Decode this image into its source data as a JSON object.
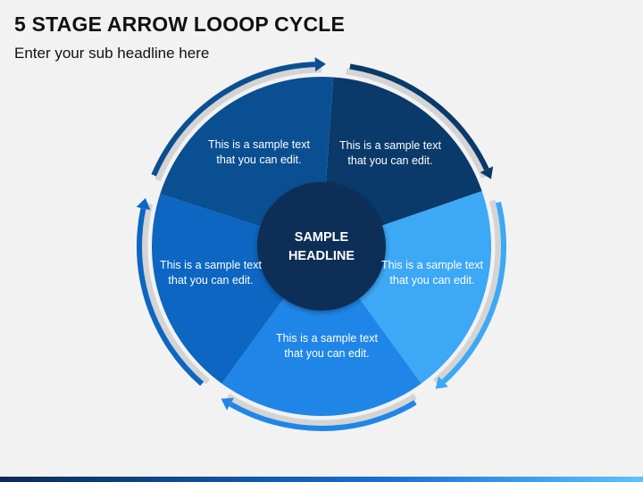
{
  "header": {
    "title": "5 STAGE ARROW LOOOP CYCLE",
    "subtitle": "Enter your sub headline here"
  },
  "cycle": {
    "center_label": "SAMPLE HEADLINE",
    "segments": [
      {
        "text": "This is a sample text that you can edit.",
        "color": "#093a6a"
      },
      {
        "text": "This is a sample text that you can edit.",
        "color": "#3ca8f6"
      },
      {
        "text": "This is a sample text that you can edit.",
        "color": "#1f86e8"
      },
      {
        "text": "This is a sample text that you can edit.",
        "color": "#0c66c2"
      },
      {
        "text": "This is a sample text that you can edit.",
        "color": "#0b4f93"
      }
    ],
    "center_color": "#082e57"
  }
}
